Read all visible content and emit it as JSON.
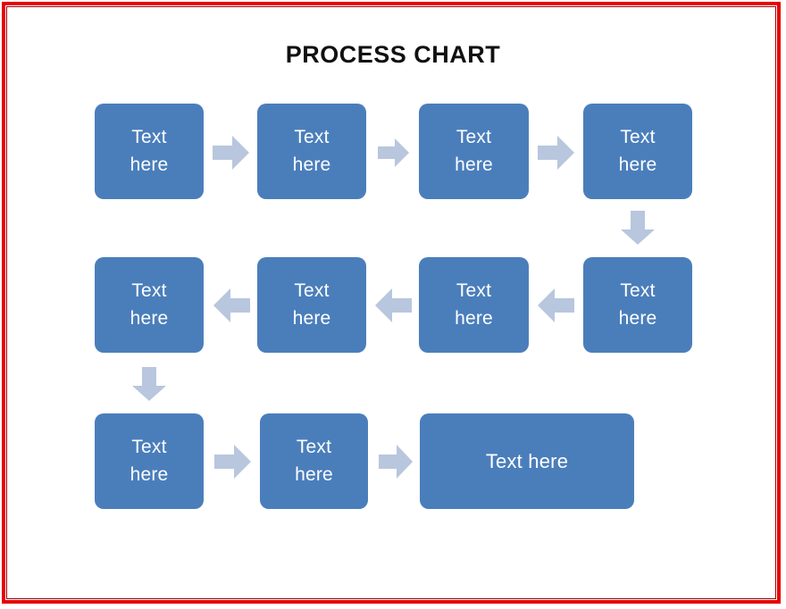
{
  "page": {
    "title": "PROCESS CHART",
    "background": "#ffffff",
    "frame_color": "#e60000",
    "frame_inner_color": "#9c0000"
  },
  "theme": {
    "node_fill": "#4a7ebb",
    "node_text": "#ffffff",
    "arrow_fill": "#b8c6de",
    "title_color": "#111111"
  },
  "chart_data": {
    "type": "diagram",
    "title": "PROCESS CHART",
    "layout": "serpentine",
    "rows": 3,
    "node_count": 11,
    "nodes": [
      {
        "id": "r1c1",
        "label": "Text\nhere",
        "row": 1,
        "col": 1
      },
      {
        "id": "r1c2",
        "label": "Text\nhere",
        "row": 1,
        "col": 2
      },
      {
        "id": "r1c3",
        "label": "Text\nhere",
        "row": 1,
        "col": 3
      },
      {
        "id": "r1c4",
        "label": "Text\nhere",
        "row": 1,
        "col": 4
      },
      {
        "id": "r2c4",
        "label": "Text\nhere",
        "row": 2,
        "col": 4
      },
      {
        "id": "r2c3",
        "label": "Text\nhere",
        "row": 2,
        "col": 3
      },
      {
        "id": "r2c2",
        "label": "Text\nhere",
        "row": 2,
        "col": 2
      },
      {
        "id": "r2c1",
        "label": "Text\nhere",
        "row": 2,
        "col": 1
      },
      {
        "id": "r3c1",
        "label": "Text\nhere",
        "row": 3,
        "col": 1
      },
      {
        "id": "r3c2",
        "label": "Text\nhere",
        "row": 3,
        "col": 2
      },
      {
        "id": "r3c3",
        "label": "Text here",
        "row": 3,
        "col": 3
      }
    ],
    "connectors": [
      {
        "from": "r1c1",
        "to": "r1c2",
        "direction": "right"
      },
      {
        "from": "r1c2",
        "to": "r1c3",
        "direction": "right"
      },
      {
        "from": "r1c3",
        "to": "r1c4",
        "direction": "right"
      },
      {
        "from": "r1c4",
        "to": "r2c4",
        "direction": "down"
      },
      {
        "from": "r2c4",
        "to": "r2c3",
        "direction": "left"
      },
      {
        "from": "r2c3",
        "to": "r2c2",
        "direction": "left"
      },
      {
        "from": "r2c2",
        "to": "r2c1",
        "direction": "left"
      },
      {
        "from": "r2c1",
        "to": "r3c1",
        "direction": "down"
      },
      {
        "from": "r3c1",
        "to": "r3c2",
        "direction": "right"
      },
      {
        "from": "r3c2",
        "to": "r3c3",
        "direction": "right"
      }
    ]
  }
}
